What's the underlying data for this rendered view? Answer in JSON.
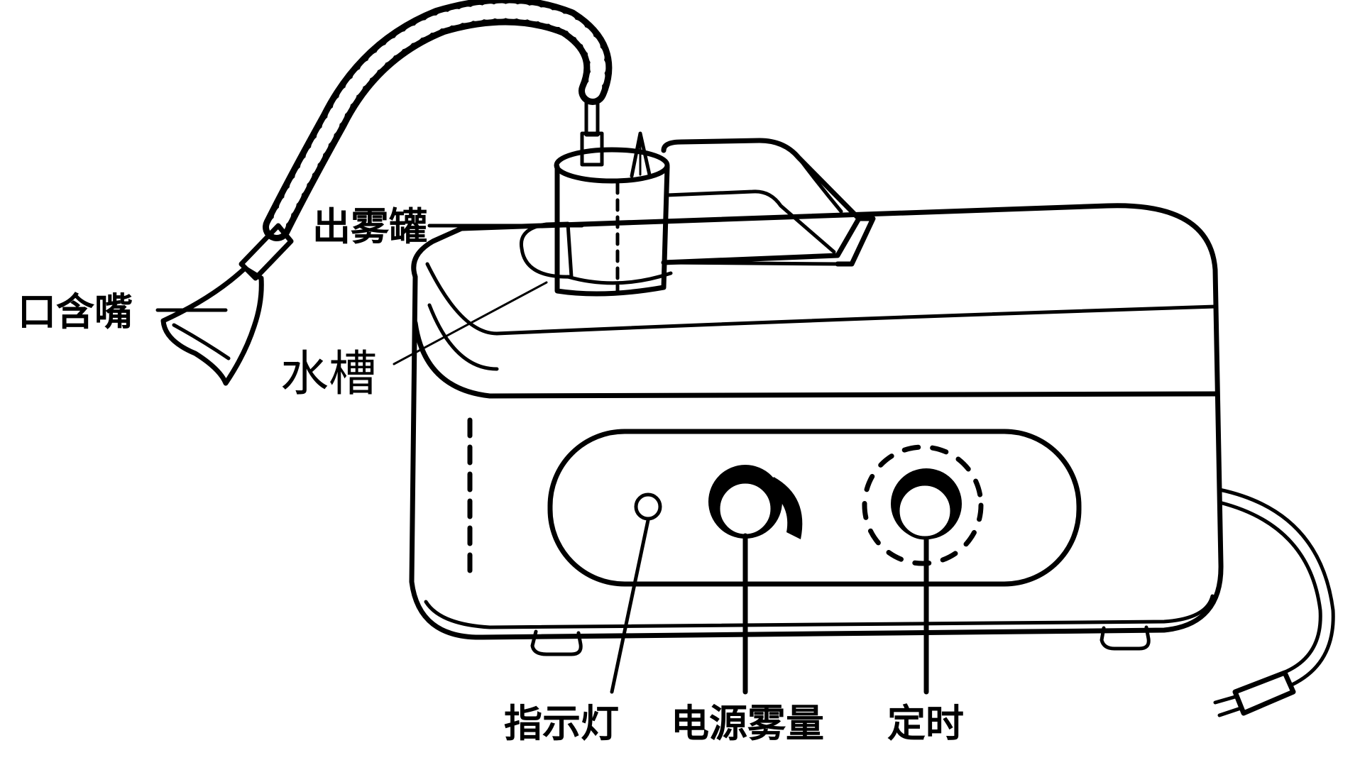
{
  "labels": {
    "mouthpiece": "口含嘴",
    "mist_tank": "出雾罐",
    "water_tank": "水槽",
    "indicator_light": "指示灯",
    "power_mist_volume": "电源雾量",
    "timer": "定时"
  }
}
